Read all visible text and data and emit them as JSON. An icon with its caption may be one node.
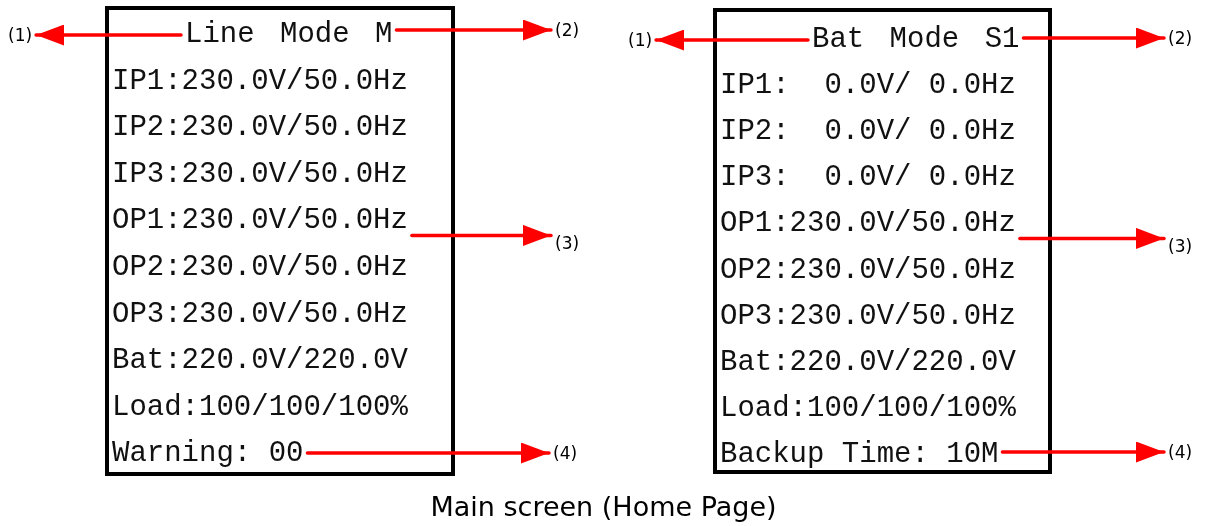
{
  "diagram": {
    "caption": "Main screen (Home Page)",
    "nodes": [
      {
        "text": [],
        "shape": "box"
      },
      {
        "text": [
          "Line Mode M"
        ],
        "in": 0
      },
      {
        "text": [
          "IP1:230.0V/50.0Hz"
        ],
        "in": 0
      },
      {
        "text": [
          "IP2:230.0V/50.0Hz"
        ],
        "in": 0
      },
      {
        "text": [
          "IP3:230.0V/50.0Hz"
        ],
        "in": 0
      },
      {
        "text": [
          "OP1:230.0V/50.0Hz"
        ],
        "in": 0
      },
      {
        "text": [
          "OP2:230.0V/50.0Hz"
        ],
        "in": 0
      },
      {
        "text": [
          "OP3:230.0V/50.0Hz"
        ],
        "in": 0
      },
      {
        "text": [
          "Bat:220.0V/220.0V"
        ],
        "in": 0
      },
      {
        "text": [
          "Load:100/100/100%"
        ],
        "in": 0
      },
      {
        "text": [
          "Warning: 00"
        ],
        "in": 0
      },
      {
        "text": [
          "(1)"
        ]
      },
      {
        "text": [
          "(2)"
        ]
      },
      {
        "text": [
          "(3)"
        ]
      },
      {
        "text": [
          "(4)"
        ]
      },
      {
        "text": [],
        "shape": "box"
      },
      {
        "text": [
          "Bat Mode S1"
        ],
        "in": 15
      },
      {
        "text": [
          "IP1:  0.0V/ 0.0Hz"
        ],
        "in": 15
      },
      {
        "text": [
          "IP2:  0.0V/ 0.0Hz"
        ],
        "in": 15
      },
      {
        "text": [
          "IP3:  0.0V/ 0.0Hz"
        ],
        "in": 15
      },
      {
        "text": [
          "OP1:230.0V/50.0Hz"
        ],
        "in": 15
      },
      {
        "text": [
          "OP2:230.0V/50.0Hz"
        ],
        "in": 15
      },
      {
        "text": [
          "OP3:230.0V/50.0Hz"
        ],
        "in": 15
      },
      {
        "text": [
          "Bat:220.0V/220.0V"
        ],
        "in": 15
      },
      {
        "text": [
          "Load:100/100/100%"
        ],
        "in": 15
      },
      {
        "text": [
          "Backup Time: 10M"
        ],
        "in": 15
      },
      {
        "text": [
          "(1)"
        ]
      },
      {
        "text": [
          "(2)"
        ]
      },
      {
        "text": [
          "(3)"
        ]
      },
      {
        "text": [
          "(4)"
        ]
      }
    ],
    "edges": [
      {
        "from": 1,
        "to": 11,
        "arrow": "to"
      },
      {
        "from": 1,
        "to": 12,
        "arrow": "to"
      },
      {
        "from": 5,
        "to": 13,
        "arrow": "to"
      },
      {
        "from": 10,
        "to": 14,
        "arrow": "to"
      },
      {
        "from": 16,
        "to": 26,
        "arrow": "to"
      },
      {
        "from": 16,
        "to": 27,
        "arrow": "to"
      },
      {
        "from": 20,
        "to": 28,
        "arrow": "to"
      },
      {
        "from": 25,
        "to": 29,
        "arrow": "to"
      }
    ]
  }
}
